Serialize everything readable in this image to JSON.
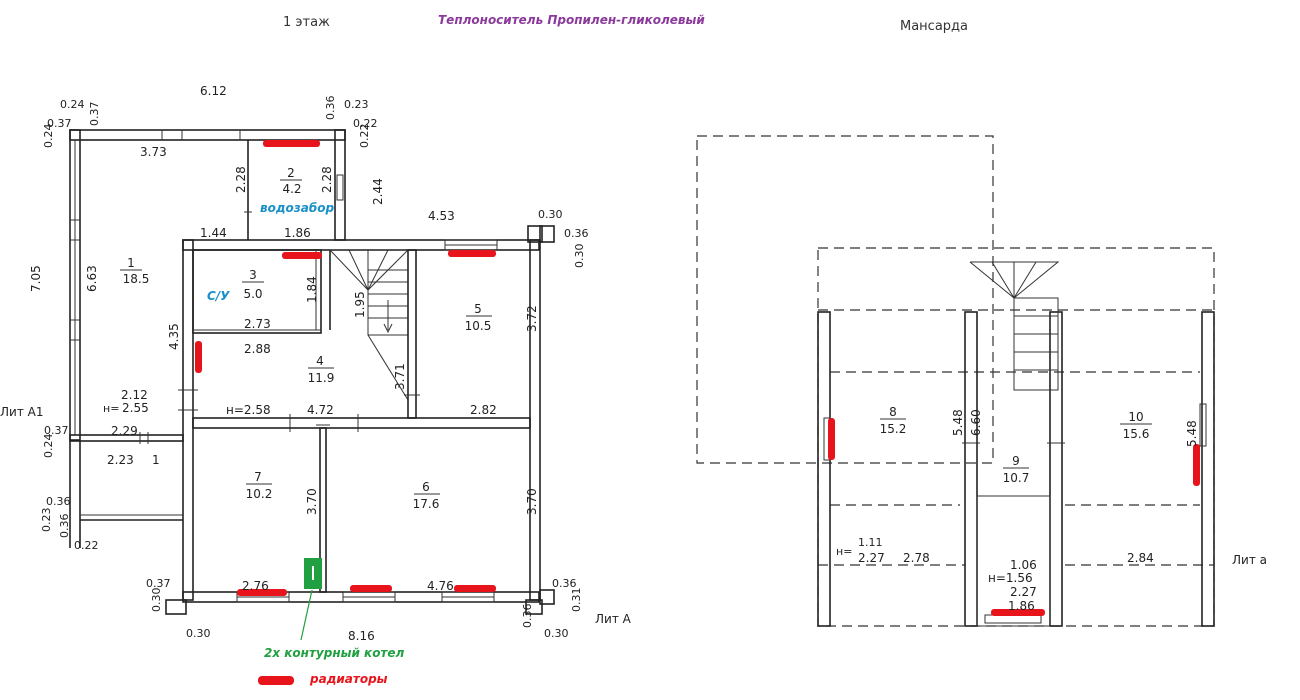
{
  "titles": {
    "floor1": "1 этаж",
    "coolant": "Теплоноситель Пропилен-гликолевый",
    "attic": "Мансарда"
  },
  "colors": {
    "coolant": "#8b3a9b",
    "water": "#1a90c8",
    "bathroom": "#1a90c8",
    "boiler": "#20a040",
    "radiator": "#e8141c"
  },
  "annotations": {
    "water_intake": "водозабор",
    "bathroom": "С/У",
    "boiler": "2х контурный котел",
    "radiators": "радиаторы"
  },
  "rooms_floor1": [
    {
      "num": "1",
      "area": "18.5"
    },
    {
      "num": "2",
      "area": "4.2"
    },
    {
      "num": "3",
      "area": "5.0"
    },
    {
      "num": "4",
      "area": "11.9"
    },
    {
      "num": "5",
      "area": "10.5"
    },
    {
      "num": "6",
      "area": "17.6"
    },
    {
      "num": "7",
      "area": "10.2"
    }
  ],
  "rooms_attic": [
    {
      "num": "8",
      "area": "15.2"
    },
    {
      "num": "9",
      "area": "10.7"
    },
    {
      "num": "10",
      "area": "15.6"
    }
  ],
  "dims_floor1": {
    "top_total": "6.12",
    "d024a": "0.24",
    "d037a": "0.37",
    "d037b": "0.37",
    "d024b": "0.24",
    "d373": "3.73",
    "d036a": "0.36",
    "d023a": "0.23",
    "d022a": "0.22",
    "d022b": "0.22",
    "d228a": "2.28",
    "d228b": "2.28",
    "d244": "2.44",
    "d453": "4.53",
    "d030a": "0.30",
    "d036b": "0.36",
    "d030b": "0.30",
    "d144": "1.44",
    "d186": "1.86",
    "d705": "7.05",
    "d663": "6.63",
    "d184": "1.84",
    "d195": "1.95",
    "d372": "3.72",
    "d435": "4.35",
    "d273": "2.73",
    "d288": "2.88",
    "d371": "3.71",
    "h212": "2.12",
    "h255": "2.55",
    "h258": "н=2.58",
    "d472": "4.72",
    "d282": "2.82",
    "lit_a1": "Лит А1",
    "d037c": "0.37",
    "d024c": "0.24",
    "d229": "2.29",
    "d223": "2.23",
    "d1": "1",
    "d036c": "0.36",
    "d023b": "0.23",
    "d036d": "0.36",
    "d022c": "0.22",
    "d370a": "3.70",
    "d370b": "3.70",
    "d037d": "0.37",
    "d030c": "0.30",
    "d276": "2.76",
    "d476": "4.76",
    "d036e": "0.36",
    "d031": "0.31",
    "d030d": "0.30",
    "d816": "8.16",
    "d036f": "0.36",
    "d030e": "0.30",
    "lit_a": "Лит А"
  },
  "dims_attic": {
    "d548a": "5.48",
    "d660": "6.60",
    "d548b": "5.48",
    "h111": "1.11",
    "d227a": "2.27",
    "d278": "2.78",
    "d106": "1.06",
    "h156": "н=1.56",
    "d227b": "2.27",
    "d186": "1.86",
    "d284": "2.84",
    "lit_a_small": "Лит а"
  }
}
